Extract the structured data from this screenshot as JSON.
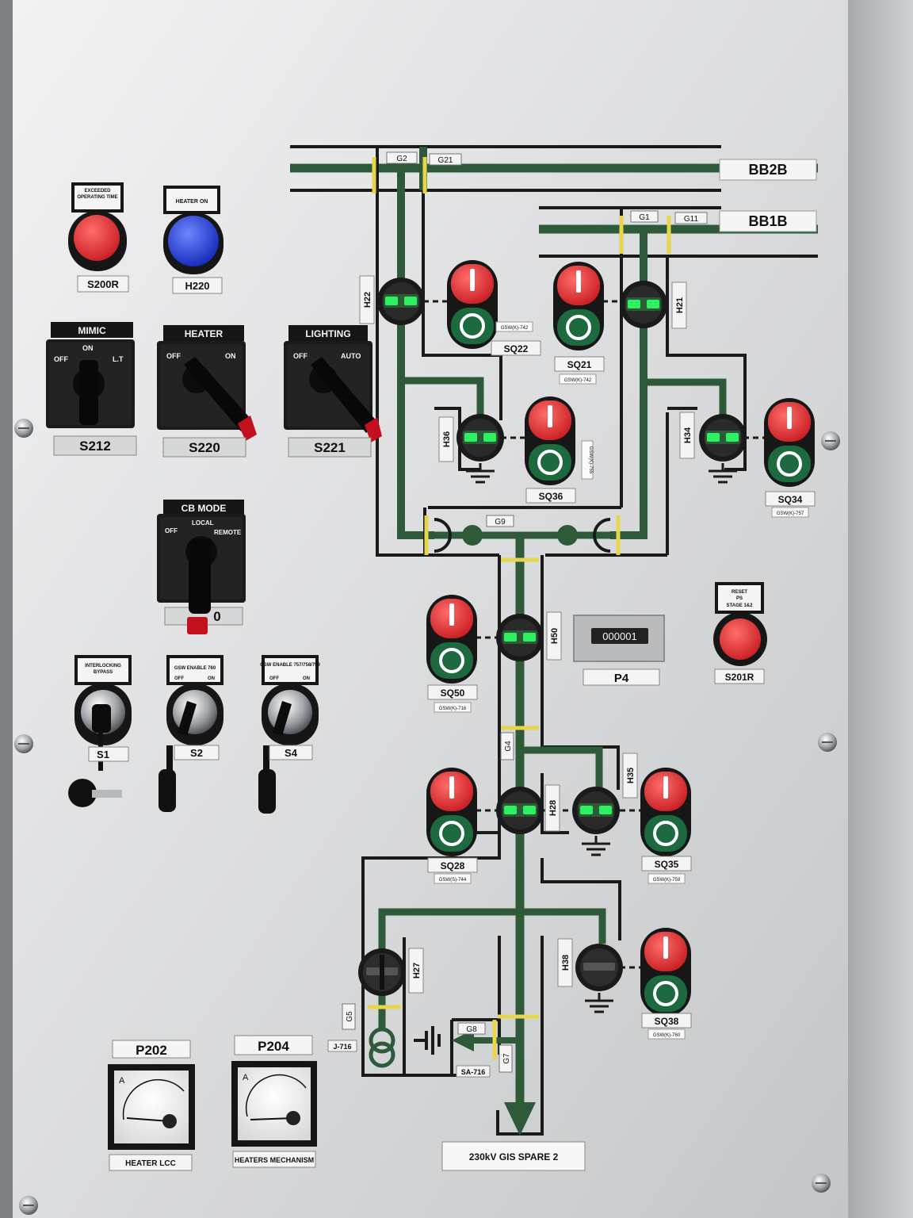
{
  "colors": {
    "panel": "#e6e7e8",
    "bus_green": "#2f5a3a",
    "led_green": "#2ef060",
    "yellow_mark": "#e8d64a",
    "red": "#e0383a",
    "blue": "#1f3fe0",
    "black": "#161616"
  },
  "busbars": {
    "bb2b": "BB2B",
    "bb1b": "BB1B",
    "g2": "G2",
    "g21": "G21",
    "g1": "G1",
    "g11": "G11",
    "g9": "G9",
    "g4": "G4",
    "g5": "G5",
    "g7": "G7",
    "g8": "G8"
  },
  "indicators": {
    "h22": "H22",
    "h21": "H21",
    "h36": "H36",
    "h34": "H34",
    "h50": "H50",
    "h28": "H28",
    "h35": "H35",
    "h27": "H27",
    "h38": "H38"
  },
  "pushbuttons": {
    "sq22": "SQ22",
    "sq22_tag": "GSW(K)-742",
    "sq21": "SQ21",
    "sq21_tag": "GSW(K)-742",
    "sq36": "SQ36",
    "sq36_tag": "GSW(K)-755",
    "sq34": "SQ34",
    "sq34_tag": "GSW(K)-757",
    "sq50": "SQ50",
    "sq50_tag": "GSW(K)-716",
    "sq28": "SQ28",
    "sq28_tag": "GSW(S)-744",
    "sq35": "SQ35",
    "sq35_tag": "GSW(K)-759",
    "sq38": "SQ38",
    "sq38_tag": "GSW(K)-760"
  },
  "top_left": {
    "s200r_cap": "EXCEEDED OPERATING TIME",
    "s200r": "S200R",
    "h220_cap": "HEATER ON",
    "h220": "H220"
  },
  "selectors": {
    "mimic_title": "MIMIC",
    "mimic_off": "OFF",
    "mimic_on": "ON",
    "mimic_lt": "L.T",
    "s212": "S212",
    "heater_title": "HEATER",
    "heater_off": "OFF",
    "heater_on": "ON",
    "s220": "S220",
    "lighting_title": "LIGHTING",
    "lighting_off": "OFF",
    "lighting_auto": "AUTO",
    "s221": "S221",
    "cbmode_title": "CB MODE",
    "cbmode_local": "LOCAL",
    "cbmode_off": "OFF",
    "cbmode_remote": "REMOTE",
    "cbmode_code": "0"
  },
  "keys": {
    "s1_cap": "INTERLOCKING BYPASS",
    "s1": "S1",
    "s2_cap": "GSW ENABLE 760",
    "s2_off": "OFF",
    "s2_on": "ON",
    "s2": "S2",
    "s4_cap": "GSW ENABLE 757/758/759",
    "s4_off": "OFF",
    "s4_on": "ON",
    "s4": "S4"
  },
  "counter": {
    "label": "P4",
    "value": "000001"
  },
  "reset": {
    "cap_line1": "RESET",
    "cap_line2": "PS",
    "cap_line3": "STAGE 1&2",
    "label": "S201R"
  },
  "earth_switch": {
    "j716": "J-716",
    "sa716": "SA-716"
  },
  "feeder_label": "230kV GIS SPARE 2",
  "meters": {
    "p202": "P202",
    "p202_caption": "HEATER LCC",
    "p204": "P204",
    "p204_caption": "HEATERS MECHANISM"
  }
}
